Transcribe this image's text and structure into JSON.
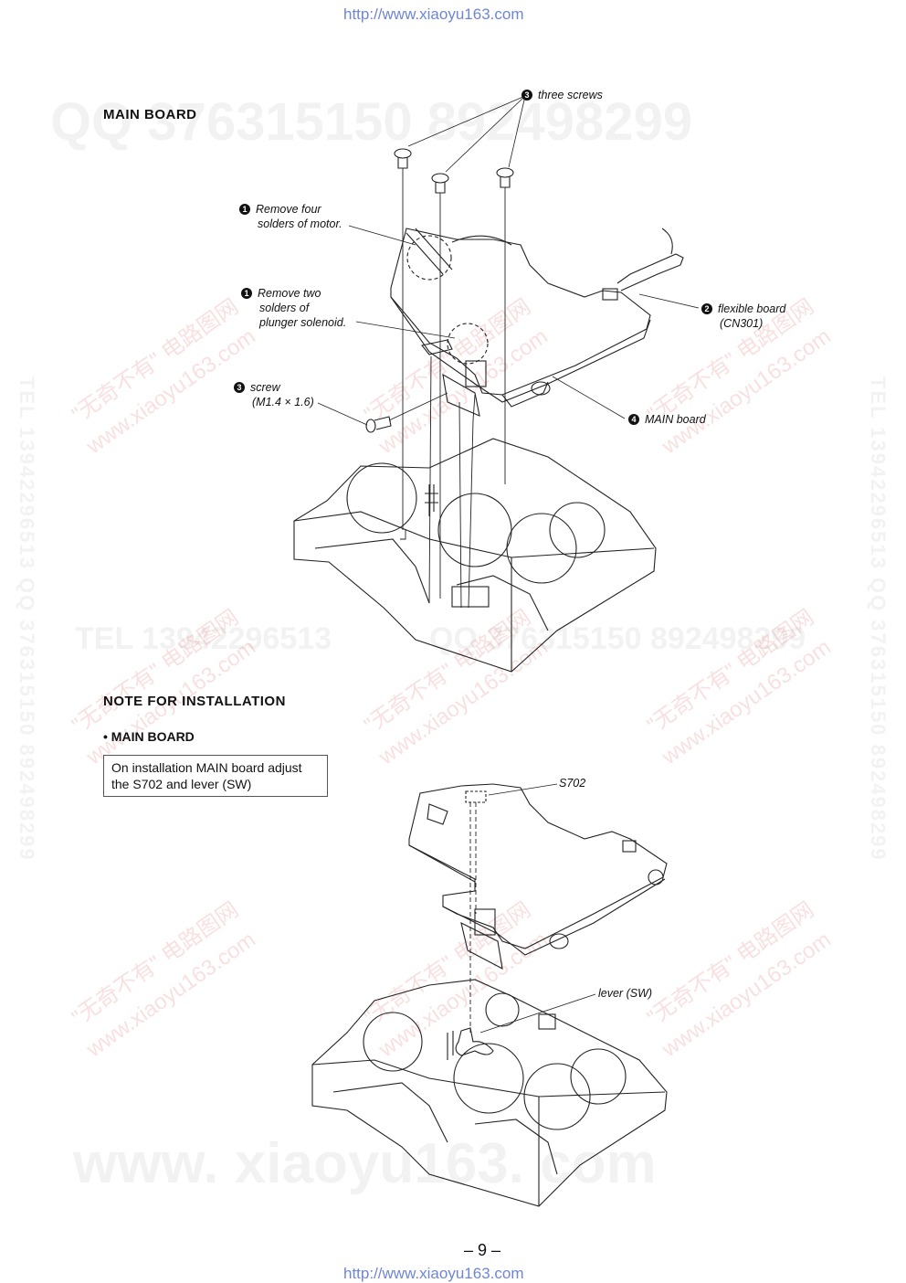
{
  "header_url": "http://www.xiaoyu163.com",
  "footer_url": "http://www.xiaoyu163.com",
  "page_number": "– 9 –",
  "section1": {
    "title": "MAIN  BOARD",
    "callouts": {
      "three_screws": {
        "num": "3",
        "text": "three screws"
      },
      "remove_four": {
        "num": "1",
        "lines": [
          "Remove four",
          "solders of motor."
        ]
      },
      "remove_two": {
        "num": "1",
        "lines": [
          "Remove two",
          "solders of",
          "plunger solenoid."
        ]
      },
      "screw": {
        "num": "3",
        "lines": [
          "screw",
          "(M1.4 × 1.6)"
        ]
      },
      "flexible_board": {
        "num": "2",
        "lines": [
          "flexible board",
          "(CN301)"
        ]
      },
      "main_board": {
        "num": "4",
        "text": "MAIN board"
      }
    }
  },
  "section2": {
    "title": "NOTE  FOR  INSTALLATION",
    "subtitle": "• MAIN  BOARD",
    "note_lines": [
      "On installation MAIN board adjust",
      "the S702 and lever (SW)"
    ],
    "callouts": {
      "s702": "S702",
      "lever": "lever (SW)"
    }
  },
  "watermarks": {
    "qq_top": "QQ 376315150   892498299",
    "tel_mid": "TEL 13942296513",
    "qq_mid": "QQ 376315150   892498299",
    "www_bottom": "www. xiaoyu163. com",
    "red_cn": "\"无奇不有\" 电路图网",
    "red_url": "www.xiaoyu163.com",
    "left_vertical": "TEL 13942296513  QQ 376315150  892498299",
    "right_vertical": "TEL 13942296513  QQ 376315150  892498299"
  }
}
